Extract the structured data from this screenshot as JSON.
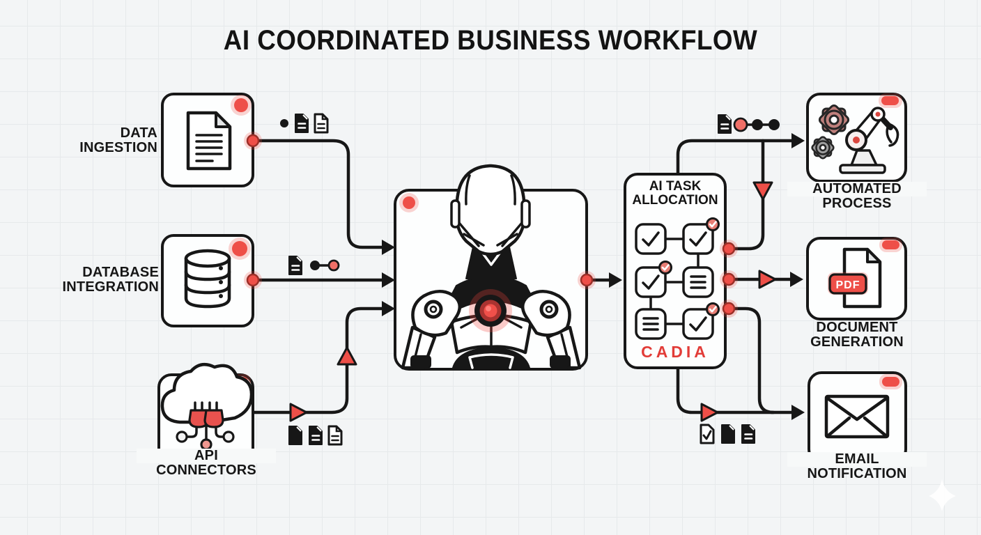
{
  "title": "AI COORDINATED BUSINESS WORKFLOW",
  "colors": {
    "accent_red": "#ee4f48",
    "line": "#171717",
    "background": "#f3f5f6",
    "grid": "#e6e9eb",
    "cadia_red": "#e23c38"
  },
  "nodes": {
    "data_ingestion": {
      "label_lines": [
        "DATA",
        "INGESTION"
      ],
      "icon": "document-icon"
    },
    "database_integration": {
      "label_lines": [
        "DATABASE",
        "INTEGRATION"
      ],
      "icon": "database-icon"
    },
    "api_connectors": {
      "label_lines": [
        "API",
        "CONNECTORS"
      ],
      "icon": "cloud-plug-icon"
    },
    "ai_core": {
      "icon": "robot-icon"
    },
    "ai_task_allocation": {
      "label_lines": [
        "AI TASK",
        "ALLOCATION"
      ],
      "agent_name": "CADIA",
      "icon": "task-checklist-grid-icon"
    },
    "automated_process": {
      "label_lines": [
        "AUTOMATED",
        "PROCESS"
      ],
      "icon": "robotic-arm-gears-icon"
    },
    "document_generation": {
      "label_lines": [
        "DOCUMENT",
        "GENERATION"
      ],
      "file_badge": "PDF",
      "icon": "pdf-file-icon"
    },
    "email_notification": {
      "label_lines": [
        "EMAIL",
        "NOTIFICATION"
      ],
      "icon": "envelope-icon"
    }
  }
}
